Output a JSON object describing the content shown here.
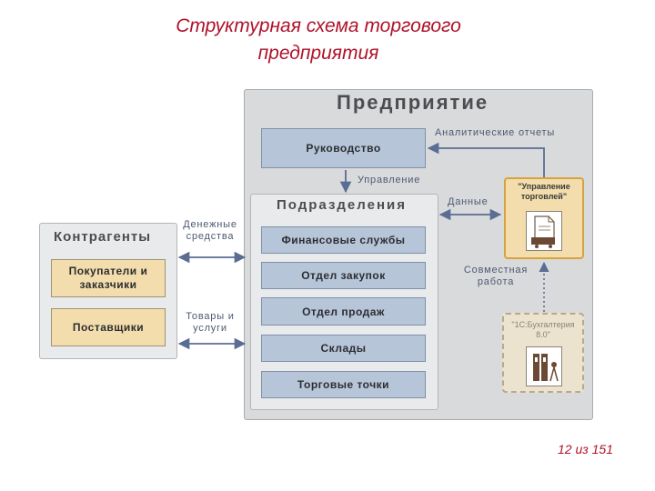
{
  "slide": {
    "title_line1": "Структурная схема торгового",
    "title_line2": "предприятия",
    "page_number": "12 из 151"
  },
  "enterprise": {
    "title": "Предприятие",
    "management": "Руководство",
    "analytics_label": "Аналитические отчеты",
    "control_label": "Управление",
    "data_label": "Данные"
  },
  "divisions": {
    "title": "Подразделения",
    "items": [
      "Финансовые службы",
      "Отдел закупок",
      "Отдел продаж",
      "Склады",
      "Торговые точки"
    ]
  },
  "counterparties": {
    "title": "Контрагенты",
    "buyers": "Покупатели и заказчики",
    "suppliers": "Поставщики",
    "money_label": "Денежные средства",
    "goods_label": "Товары и услуги"
  },
  "apps": {
    "trade": "\"Управление торговлей\"",
    "joint_label": "Совместная работа",
    "accounting": "\"1С:Бухгалтерия 8.0\""
  },
  "colors": {
    "title_red": "#b0122a",
    "arrow_blue": "#5a6d93",
    "box_blue": "#b7c5d9",
    "box_yellow": "#f3ddac",
    "app_border": "#d7a341"
  }
}
